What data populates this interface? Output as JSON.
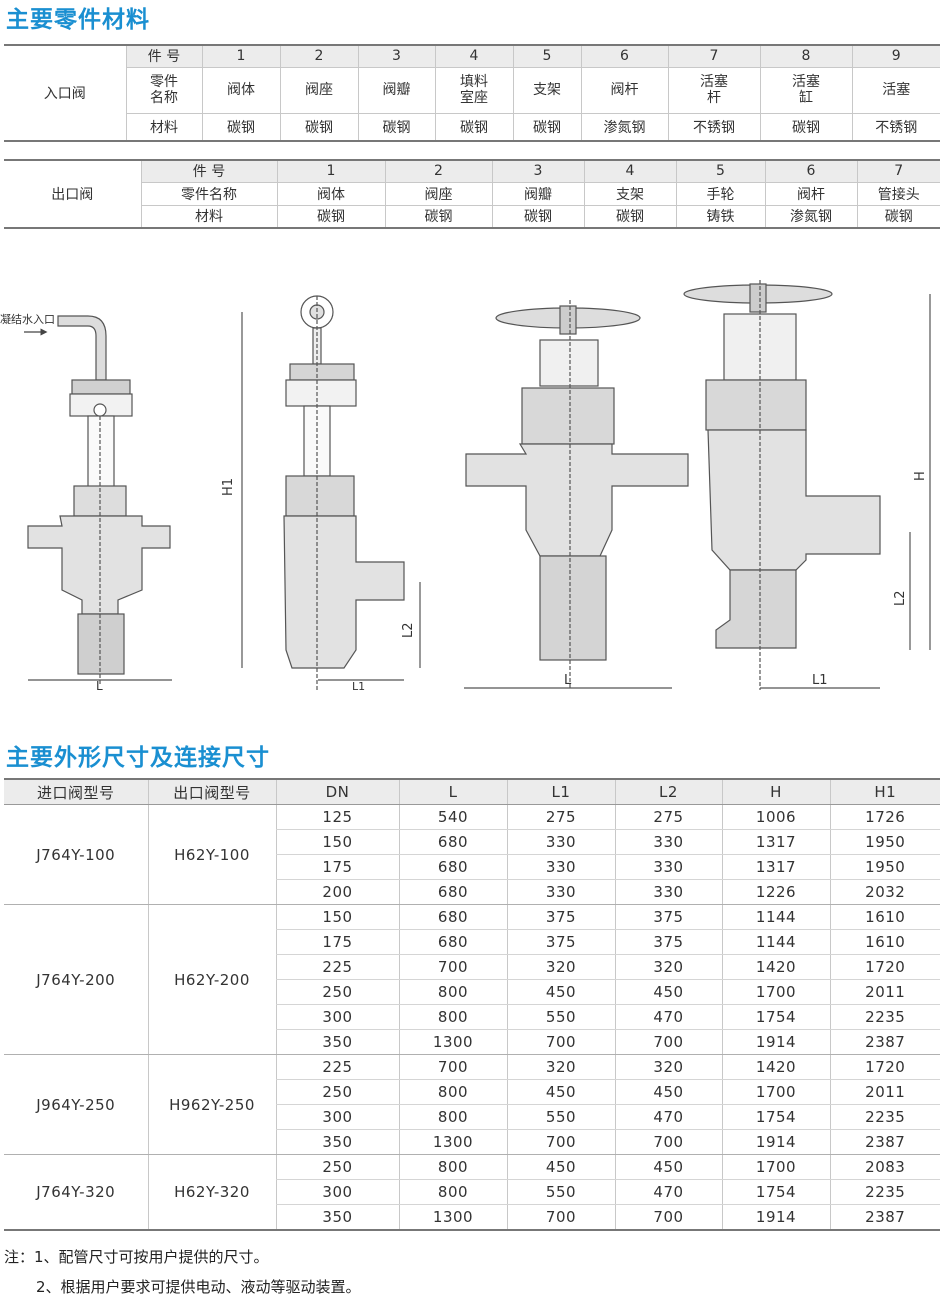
{
  "section1_title": "主要零件材料",
  "inlet": {
    "label": "入口阀",
    "row_headers": [
      "件 号",
      "零件名称",
      "材料"
    ],
    "numbers": [
      "1",
      "2",
      "3",
      "4",
      "5",
      "6",
      "7",
      "8",
      "9"
    ],
    "names": [
      "阀体",
      "阀座",
      "阀瓣",
      "填料室座",
      "支架",
      "阀杆",
      "活塞杆",
      "活塞缸",
      "活塞"
    ],
    "materials": [
      "碳钢",
      "碳钢",
      "碳钢",
      "碳钢",
      "碳钢",
      "渗氮钢",
      "不锈钢",
      "碳钢",
      "不锈钢"
    ]
  },
  "outlet": {
    "label": "出口阀",
    "row_headers": [
      "件 号",
      "零件名称",
      "材料"
    ],
    "numbers": [
      "1",
      "2",
      "3",
      "4",
      "5",
      "6",
      "7"
    ],
    "names": [
      "阀体",
      "阀座",
      "阀瓣",
      "支架",
      "手轮",
      "阀杆",
      "管接头"
    ],
    "materials": [
      "碳钢",
      "碳钢",
      "碳钢",
      "碳钢",
      "铸铁",
      "渗氮钢",
      "碳钢"
    ]
  },
  "drawings": {
    "inlet_label": "凝结水入口",
    "dims": [
      "L",
      "L1",
      "L2",
      "H",
      "H1"
    ]
  },
  "section2_title": "主要外形尺寸及连接尺寸",
  "dims_table": {
    "headers": [
      "进口阀型号",
      "出口阀型号",
      "DN",
      "L",
      "L1",
      "L2",
      "H",
      "H1"
    ],
    "groups": [
      {
        "inlet_model": "J764Y-100",
        "outlet_model": "H62Y-100",
        "rows": [
          [
            "125",
            "540",
            "275",
            "275",
            "1006",
            "1726"
          ],
          [
            "150",
            "680",
            "330",
            "330",
            "1317",
            "1950"
          ],
          [
            "175",
            "680",
            "330",
            "330",
            "1317",
            "1950"
          ],
          [
            "200",
            "680",
            "330",
            "330",
            "1226",
            "2032"
          ]
        ]
      },
      {
        "inlet_model": "J764Y-200",
        "outlet_model": "H62Y-200",
        "rows": [
          [
            "150",
            "680",
            "375",
            "375",
            "1144",
            "1610"
          ],
          [
            "175",
            "680",
            "375",
            "375",
            "1144",
            "1610"
          ],
          [
            "225",
            "700",
            "320",
            "320",
            "1420",
            "1720"
          ],
          [
            "250",
            "800",
            "450",
            "450",
            "1700",
            "2011"
          ],
          [
            "300",
            "800",
            "550",
            "470",
            "1754",
            "2235"
          ],
          [
            "350",
            "1300",
            "700",
            "700",
            "1914",
            "2387"
          ]
        ]
      },
      {
        "inlet_model": "J964Y-250",
        "outlet_model": "H962Y-250",
        "rows": [
          [
            "225",
            "700",
            "320",
            "320",
            "1420",
            "1720"
          ],
          [
            "250",
            "800",
            "450",
            "450",
            "1700",
            "2011"
          ],
          [
            "300",
            "800",
            "550",
            "470",
            "1754",
            "2235"
          ],
          [
            "350",
            "1300",
            "700",
            "700",
            "1914",
            "2387"
          ]
        ]
      },
      {
        "inlet_model": "J764Y-320",
        "outlet_model": "H62Y-320",
        "rows": [
          [
            "250",
            "800",
            "450",
            "450",
            "1700",
            "2083"
          ],
          [
            "300",
            "800",
            "550",
            "470",
            "1754",
            "2235"
          ],
          [
            "350",
            "1300",
            "700",
            "700",
            "1914",
            "2387"
          ]
        ]
      }
    ]
  },
  "notes": [
    "注：1、配管尺寸可按用户提供的尺寸。",
    "2、根据用户要求可提供电动、液动等驱动装置。"
  ]
}
